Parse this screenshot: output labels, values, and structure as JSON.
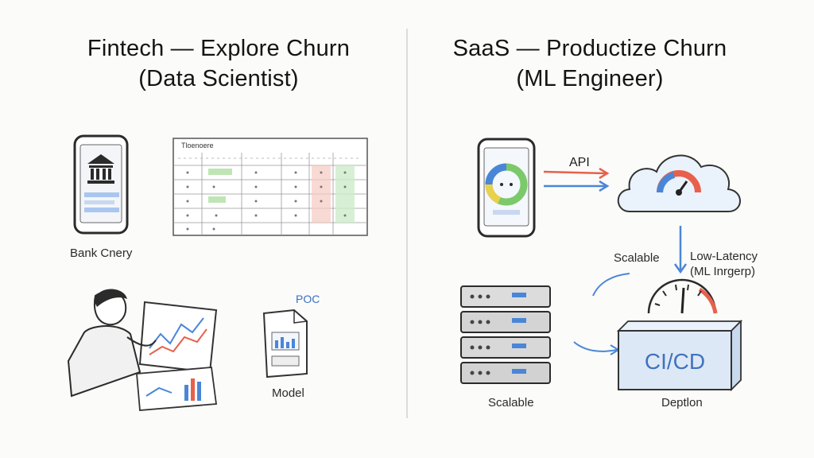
{
  "left": {
    "title_line1": "Fintech — Explore Churn",
    "title_line2": "(Data Scientist)",
    "bank_label": "Bank Cnery",
    "table_title": "Tloenoere",
    "poc_label": "POC",
    "model_label": "Model"
  },
  "right": {
    "title_line1": "SaaS — Productize Churn",
    "title_line2": "(ML Engineer)",
    "api_label": "API",
    "scalable_top_label": "Scalable",
    "latency_line1": "Low-Latency",
    "latency_line2": "(ML Inrgerp)",
    "cicd_label": "CI/CD",
    "scalable_bottom_label": "Scalable",
    "deployment_label": "Deptlon"
  },
  "colors": {
    "accent_blue": "#4a86d8",
    "accent_red": "#e8604c",
    "green": "#7cc96b",
    "ink": "#2b2b2b"
  }
}
